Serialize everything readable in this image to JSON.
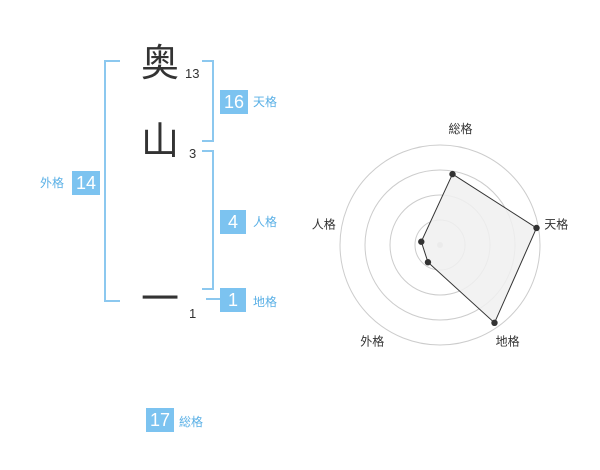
{
  "name": {
    "chars": [
      {
        "char": "奥",
        "strokes": "13"
      },
      {
        "char": "山",
        "strokes": "3"
      },
      {
        "char": "一",
        "strokes": "1"
      }
    ]
  },
  "kaku": {
    "tenkaku": {
      "value": "16",
      "label": "天格"
    },
    "jinkaku": {
      "value": "4",
      "label": "人格"
    },
    "chikaku": {
      "value": "1",
      "label": "地格"
    },
    "gaikaku": {
      "value": "14",
      "label": "外格"
    },
    "soukaku": {
      "value": "17",
      "label": "総格"
    }
  },
  "chart_data": {
    "type": "radar",
    "axes": [
      "総格",
      "天格",
      "地格",
      "外格",
      "人格"
    ],
    "values": [
      0.72,
      0.98,
      0.95,
      0.21,
      0.19
    ],
    "rings": 4,
    "colors": {
      "fill": "#f0f0f0",
      "line": "#333333",
      "grid": "#cccccc"
    }
  }
}
